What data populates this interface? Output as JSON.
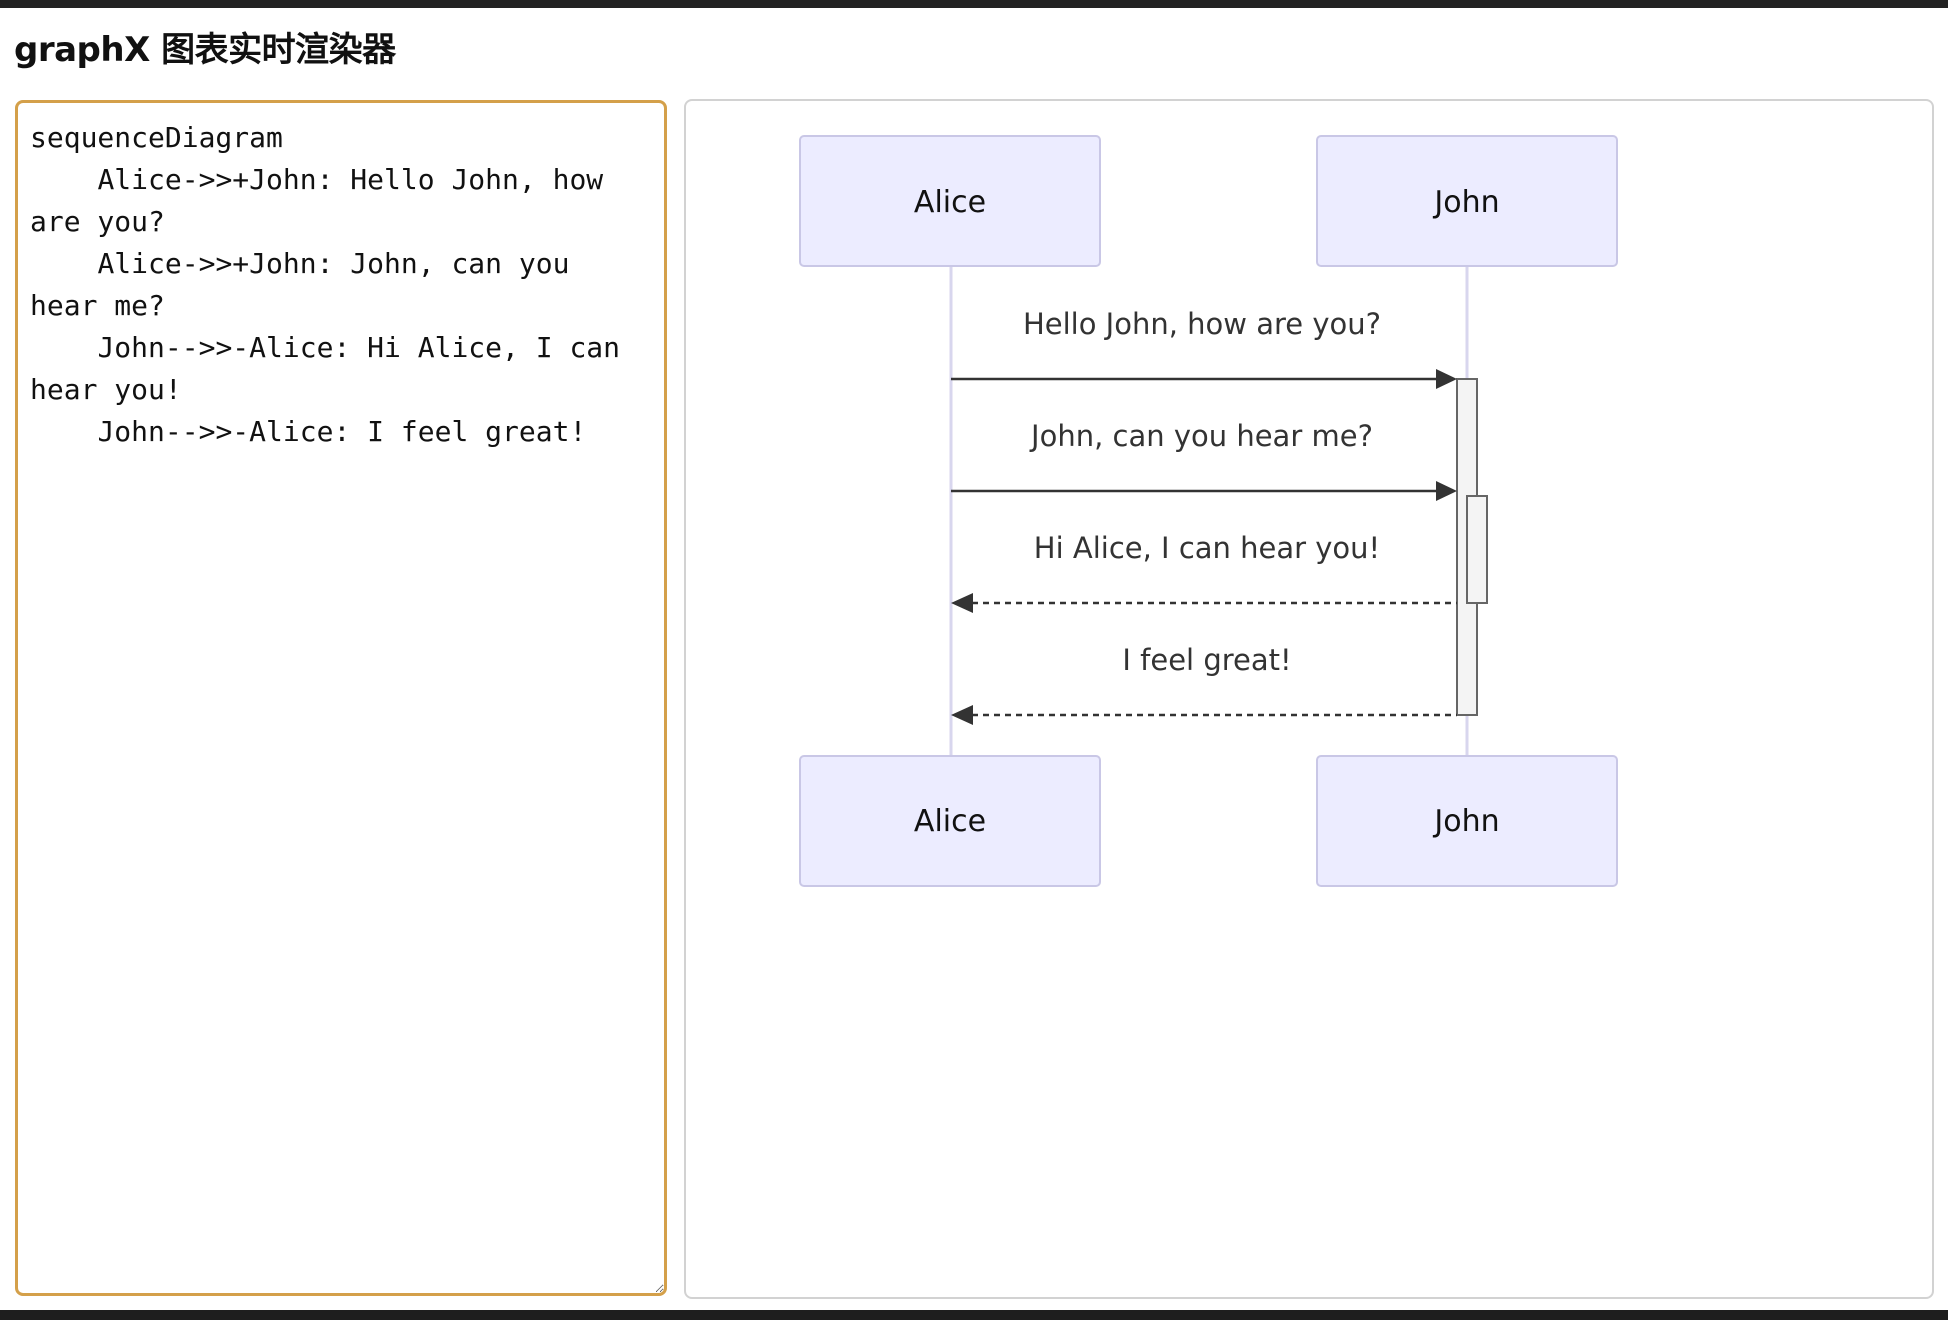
{
  "app": {
    "title": "graphX 图表实时渲染器"
  },
  "editor": {
    "value": "sequenceDiagram\n    Alice->>+John: Hello John, how are you?\n    Alice->>+John: John, can you hear me?\n    John-->>-Alice: Hi Alice, I can hear you!\n    John-->>-Alice: I feel great!"
  },
  "diagram": {
    "type": "sequenceDiagram",
    "participants": [
      "Alice",
      "John"
    ],
    "messages": [
      {
        "from": "Alice",
        "to": "John",
        "text": "Hello John, how are you?",
        "style": "solid",
        "activation": "+"
      },
      {
        "from": "Alice",
        "to": "John",
        "text": "John, can you hear me?",
        "style": "solid",
        "activation": "+"
      },
      {
        "from": "John",
        "to": "Alice",
        "text": "Hi Alice, I can hear you!",
        "style": "dotted",
        "activation": "-"
      },
      {
        "from": "John",
        "to": "Alice",
        "text": "I feel great!",
        "style": "dotted",
        "activation": "-"
      }
    ]
  },
  "colors": {
    "editor_border": "#d4a04a",
    "actor_fill": "#ececff",
    "actor_stroke": "#c9c7e6",
    "lifeline": "#d8d6ee",
    "message_line": "#333333",
    "activation_fill": "#f4f4f4"
  }
}
